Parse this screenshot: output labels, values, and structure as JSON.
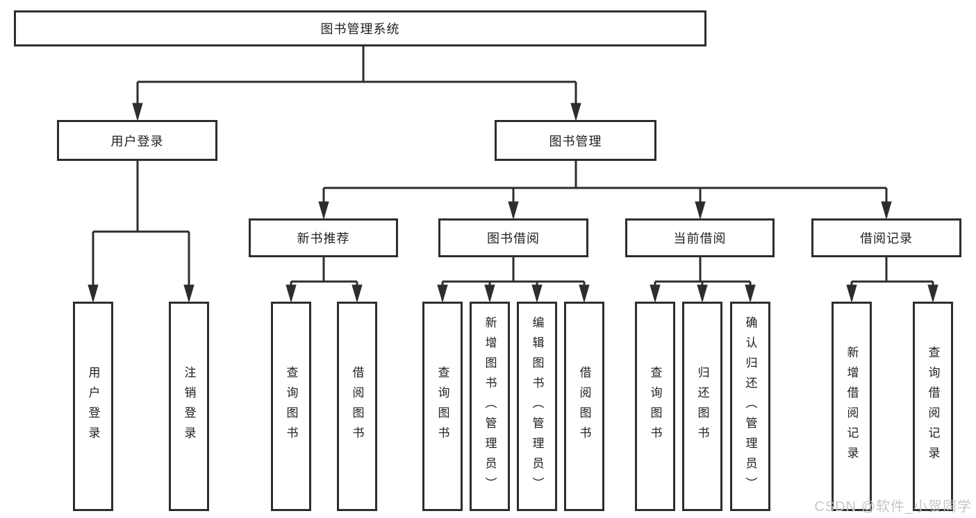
{
  "page": {
    "watermark": "CSDN @软件_小贺同学",
    "colors": {
      "background": "#ffffff",
      "line": "#2d2d2d",
      "text": "#1f1f1f",
      "watermark_text": "#c6c6c6"
    }
  },
  "tree": {
    "root": {
      "label": "图书管理系统"
    },
    "branches": [
      {
        "label": "用户登录",
        "children": [
          {
            "label": "用户登录"
          },
          {
            "label": "注销登录"
          }
        ]
      },
      {
        "label": "图书管理",
        "children": [
          {
            "label": "新书推荐",
            "children": [
              {
                "label": "查询图书"
              },
              {
                "label": "借阅图书"
              }
            ]
          },
          {
            "label": "图书借阅",
            "children": [
              {
                "label": "查询图书"
              },
              {
                "label": "新增图书（管理员）"
              },
              {
                "label": "编辑图书（管理员）"
              },
              {
                "label": "借阅图书"
              }
            ]
          },
          {
            "label": "当前借阅",
            "children": [
              {
                "label": "查询图书"
              },
              {
                "label": "归还图书"
              },
              {
                "label": "确认归还（管理员）"
              }
            ]
          },
          {
            "label": "借阅记录",
            "children": [
              {
                "label": "新增借阅记录"
              },
              {
                "label": "查询借阅记录"
              }
            ]
          }
        ]
      }
    ]
  }
}
